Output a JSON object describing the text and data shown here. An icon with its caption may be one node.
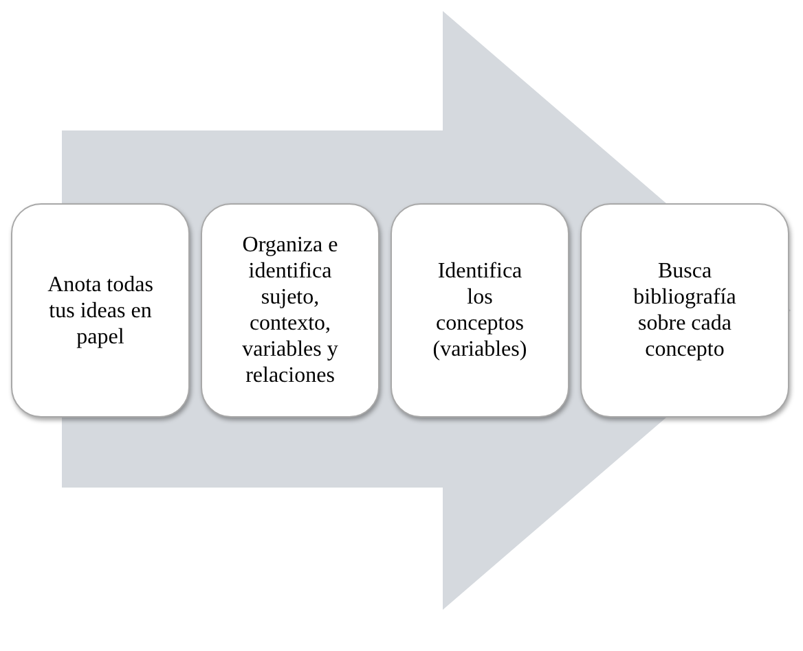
{
  "diagram": {
    "nodes": [
      {
        "text": [
          "Anota todas tus ideas en papel"
        ]
      },
      {
        "text": [
          "Organiza e identifica sujeto, contexto, variables y relaciones"
        ]
      },
      {
        "text": [
          "Identifica los conceptos (variables)"
        ]
      },
      {
        "text": [
          "Busca bibliografía sobre cada concepto"
        ]
      }
    ],
    "edges": [
      {
        "from": 0,
        "to": 3,
        "arrow": "to"
      }
    ]
  }
}
